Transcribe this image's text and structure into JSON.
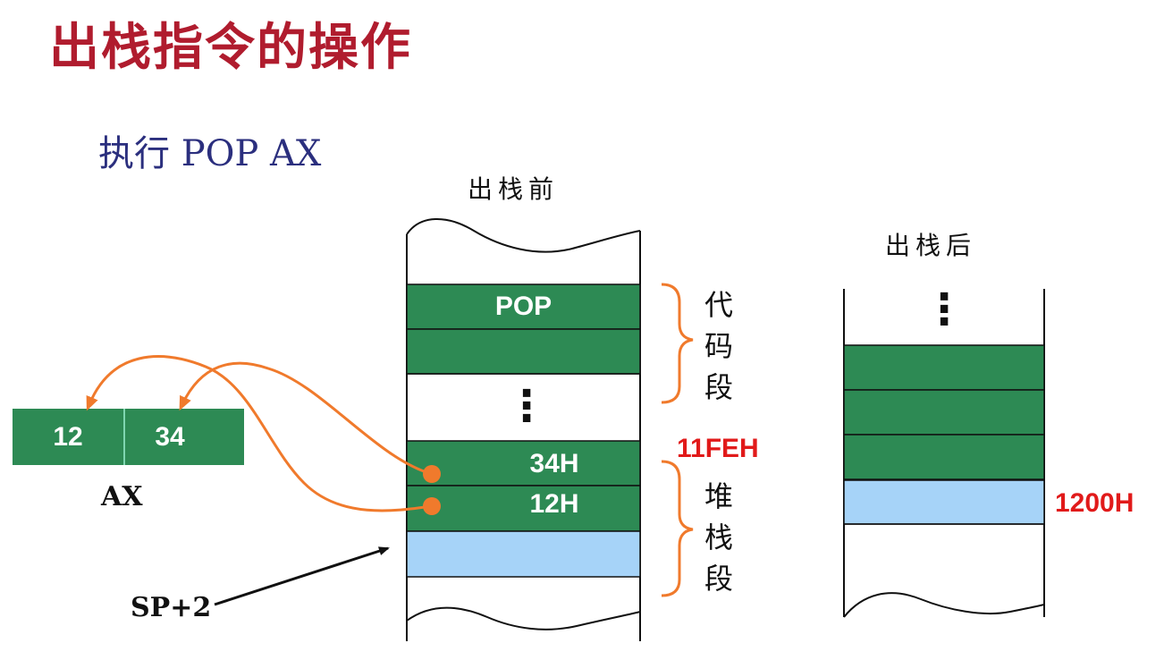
{
  "title": "出栈指令的操作",
  "subtitle": "执行 POP  AX",
  "before": {
    "label": "出栈前",
    "code_cell": "POP",
    "ellipsis": "⋮",
    "cell_34": "34H",
    "cell_12": "12H",
    "address": "11FEH",
    "code_segment_label": [
      "代",
      "码",
      "段"
    ],
    "stack_segment_label": [
      "堆",
      "栈",
      "段"
    ]
  },
  "after": {
    "label": "出栈后",
    "ellipsis": "⋮",
    "address": "1200H"
  },
  "register": {
    "name": "AX",
    "high": "12",
    "low": "34"
  },
  "sp_label": "SP+2",
  "colors": {
    "green": "#2d8a54",
    "light_blue": "#a6d3f8",
    "orange": "#f07a2c",
    "red": "#e11a1a",
    "title": "#b01c2e",
    "subtitle": "#2b2f7e"
  }
}
